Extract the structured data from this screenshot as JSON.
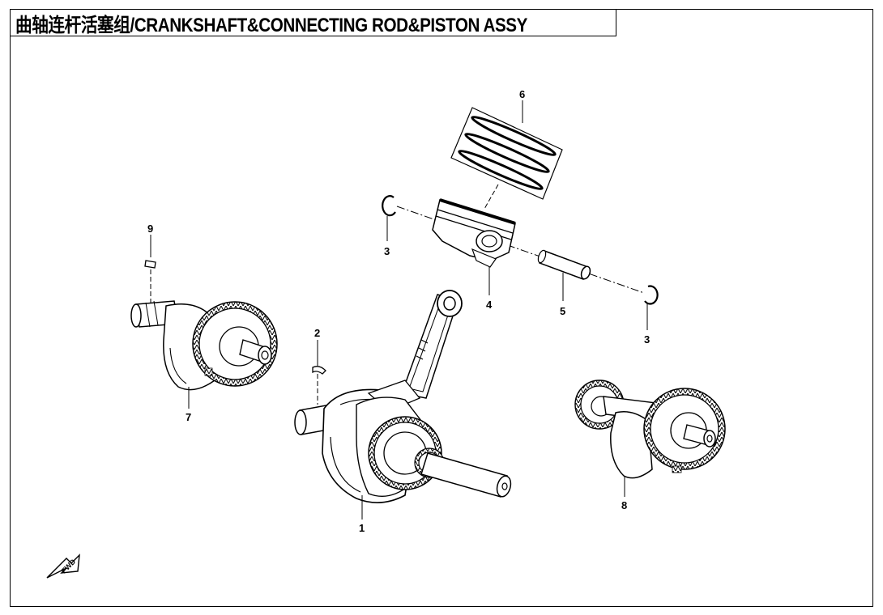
{
  "title": "曲轴连杆活塞组/CRANKSHAFT&CONNECTING ROD&PISTON ASSY",
  "callouts": {
    "c1": "1",
    "c2": "2",
    "c3a": "3",
    "c3b": "3",
    "c4": "4",
    "c5": "5",
    "c6": "6",
    "c7": "7",
    "c8": "8",
    "c9": "9"
  },
  "fwd_label": "FWD"
}
